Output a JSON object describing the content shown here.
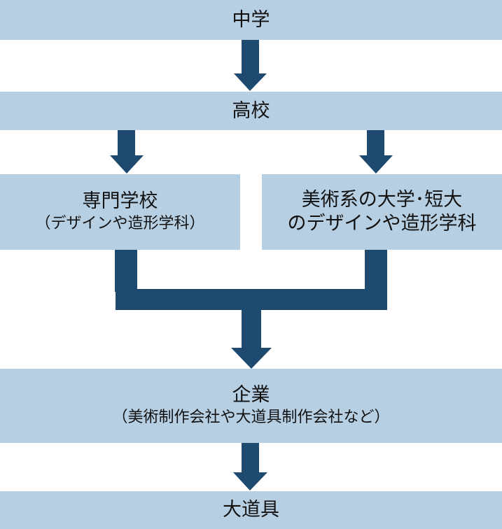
{
  "colors": {
    "box": "#b7cfe3",
    "arrow": "#1f4a70"
  },
  "nodes": {
    "junior_high": {
      "label": "中学"
    },
    "high_school": {
      "label": "高校"
    },
    "vocational": {
      "label": "専門学校",
      "sub": "（デザインや造形学科）"
    },
    "university": {
      "label": "美術系の大学･短大",
      "sub": "のデザインや造形学科"
    },
    "company": {
      "label": "企業",
      "sub": "（美術制作会社や大道具制作会社など）"
    },
    "stagehand": {
      "label": "大道具"
    }
  }
}
